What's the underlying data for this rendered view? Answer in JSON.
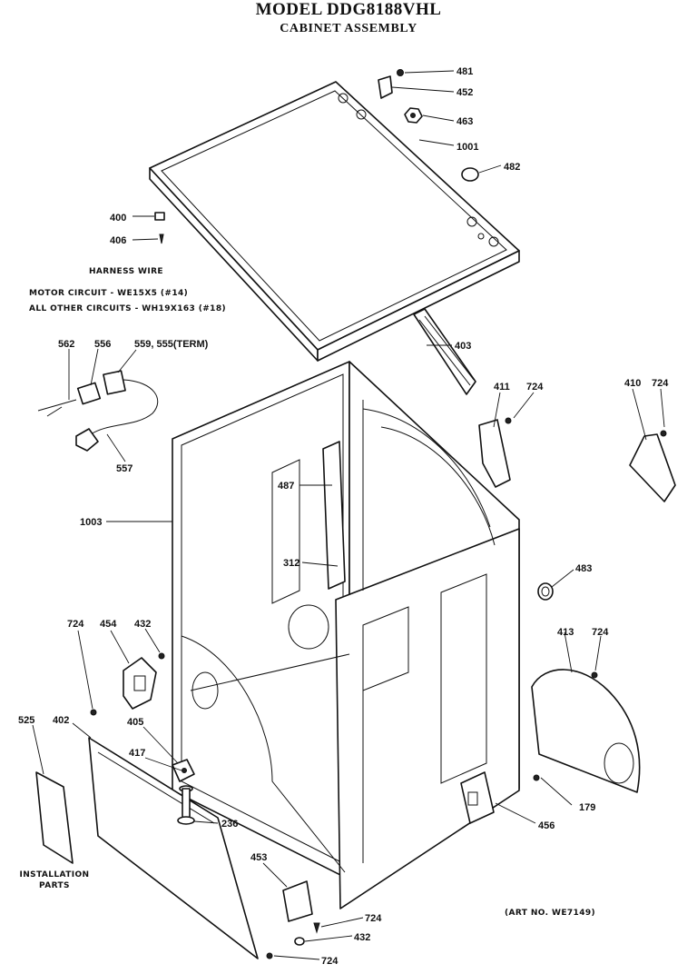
{
  "header": {
    "title": "MODEL DDG8188VHL",
    "subtitle": "CABINET ASSEMBLY"
  },
  "harness": {
    "heading": "HARNESS WIRE",
    "motor_line": "MOTOR CIRCUIT - WE15X5 (#14)",
    "other_line": "ALL OTHER CIRCUITS - WH19X163 (#18)"
  },
  "installation": {
    "line1": "INSTALLATION",
    "line2": "PARTS"
  },
  "art_no": "(ART NO. WE7149)",
  "part_labels": [
    {
      "id": "481",
      "text": "481"
    },
    {
      "id": "452",
      "text": "452"
    },
    {
      "id": "463",
      "text": "463"
    },
    {
      "id": "1001",
      "text": "1001"
    },
    {
      "id": "482",
      "text": "482"
    },
    {
      "id": "400",
      "text": "400"
    },
    {
      "id": "406",
      "text": "406"
    },
    {
      "id": "562",
      "text": "562"
    },
    {
      "id": "556",
      "text": "556"
    },
    {
      "id": "559",
      "text": "559, 555(TERM)"
    },
    {
      "id": "557",
      "text": "557"
    },
    {
      "id": "403",
      "text": "403"
    },
    {
      "id": "411",
      "text": "411"
    },
    {
      "id": "724a",
      "text": "724"
    },
    {
      "id": "410",
      "text": "410"
    },
    {
      "id": "724b",
      "text": "724"
    },
    {
      "id": "487",
      "text": "487"
    },
    {
      "id": "1003",
      "text": "1003"
    },
    {
      "id": "312",
      "text": "312"
    },
    {
      "id": "483",
      "text": "483"
    },
    {
      "id": "724c",
      "text": "724"
    },
    {
      "id": "454",
      "text": "454"
    },
    {
      "id": "432a",
      "text": "432"
    },
    {
      "id": "413",
      "text": "413"
    },
    {
      "id": "724d",
      "text": "724"
    },
    {
      "id": "525",
      "text": "525"
    },
    {
      "id": "402",
      "text": "402"
    },
    {
      "id": "405",
      "text": "405"
    },
    {
      "id": "417",
      "text": "417"
    },
    {
      "id": "179",
      "text": "179"
    },
    {
      "id": "236",
      "text": "236"
    },
    {
      "id": "456",
      "text": "456"
    },
    {
      "id": "453",
      "text": "453"
    },
    {
      "id": "724e",
      "text": "724"
    },
    {
      "id": "432b",
      "text": "432"
    },
    {
      "id": "724f",
      "text": "724"
    }
  ]
}
